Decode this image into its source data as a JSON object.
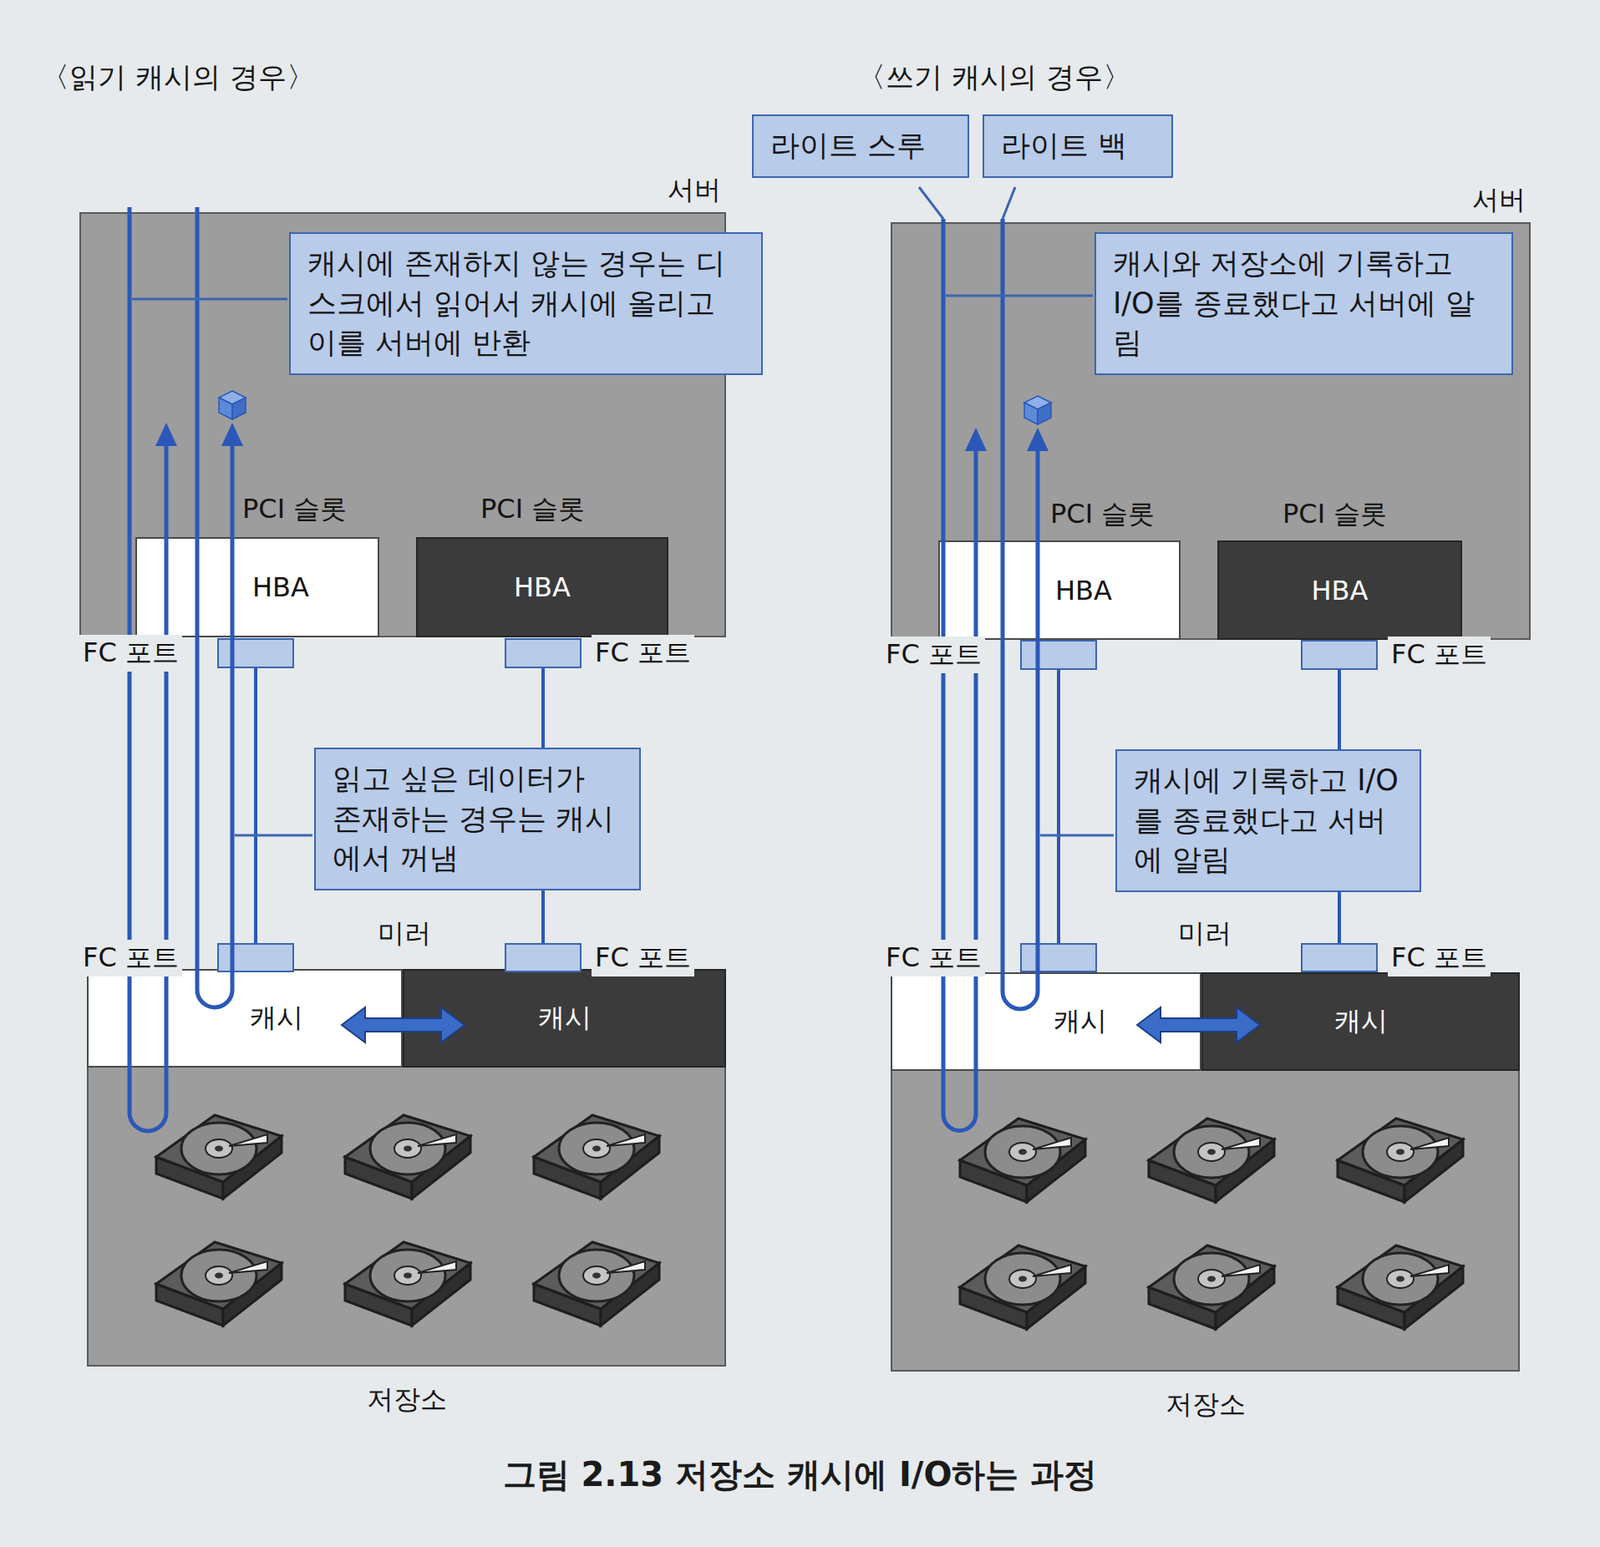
{
  "diagram": {
    "caption": "그림 2.13 저장소 캐시에 I/O하는 과정",
    "nodes": [
      {
        "text": [
          "서버"
        ]
      },
      {
        "text": [
          "캐시에 존재하지 않는 경우는 디스크에서 읽어서 캐시에 올리고 이를 서버에 반환"
        ],
        "in": 0
      },
      {
        "text": [
          "HBA"
        ],
        "in": 0
      },
      {
        "text": [
          "HBA"
        ],
        "in": 0
      },
      {
        "text": [
          "FC 포트"
        ]
      },
      {
        "text": [
          "FC 포트"
        ]
      },
      {
        "text": [
          "읽고 싶은 데이터가 존재하는 경우는 캐시에서 꺼냄"
        ]
      },
      {
        "text": [
          "저장소"
        ]
      },
      {
        "text": [
          "캐시"
        ],
        "in": 7
      },
      {
        "text": [
          "캐시"
        ],
        "in": 7
      },
      {
        "text": [
          "FC 포트"
        ]
      },
      {
        "text": [
          "FC 포트"
        ]
      },
      {
        "text": [
          "라이트 스루"
        ]
      },
      {
        "text": [
          "라이트 백"
        ]
      },
      {
        "text": [
          "서버"
        ]
      },
      {
        "text": [
          "캐시와 저장소에 기록하고 I/O를 종료했다고 서버에 알림"
        ],
        "in": 14
      },
      {
        "text": [
          "HBA"
        ],
        "in": 14
      },
      {
        "text": [
          "HBA"
        ],
        "in": 14
      },
      {
        "text": [
          "FC 포트"
        ]
      },
      {
        "text": [
          "FC 포트"
        ]
      },
      {
        "text": [
          "캐시에 기록하고 I/O를 종료했다고 서버에 알림"
        ]
      },
      {
        "text": [
          "저장소"
        ]
      },
      {
        "text": [
          "캐시"
        ],
        "in": 21
      },
      {
        "text": [
          "캐시"
        ],
        "in": 21
      },
      {
        "text": [
          "FC 포트"
        ]
      },
      {
        "text": [
          "FC 포트"
        ]
      }
    ],
    "edges": [
      {
        "from": 4,
        "to": 10,
        "arrow": "none"
      },
      {
        "from": 5,
        "to": 11,
        "arrow": "none"
      },
      {
        "from": 18,
        "to": 24,
        "arrow": "none"
      },
      {
        "from": 19,
        "to": 25,
        "arrow": "none"
      }
    ],
    "labels": [
      "〈읽기 캐시의 경우〉",
      "PCI 슬롯",
      "PCI 슬롯",
      "미러",
      "〈쓰기 캐시의 경우〉",
      "PCI 슬롯",
      "PCI 슬롯",
      "미러"
    ]
  }
}
